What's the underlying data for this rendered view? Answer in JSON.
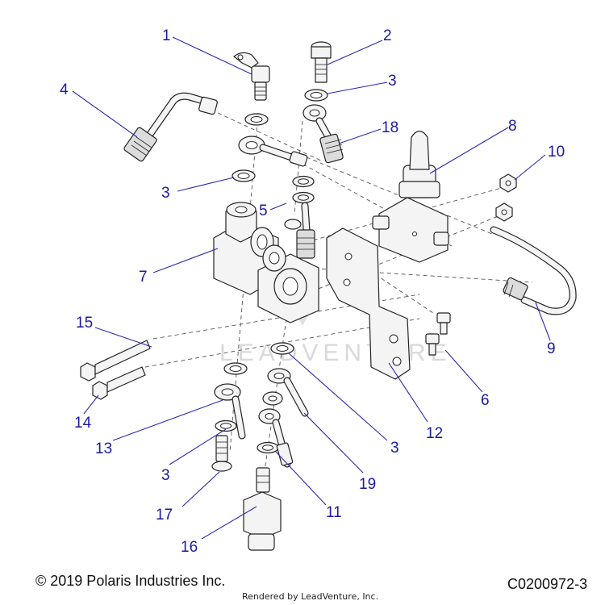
{
  "diagram": {
    "watermark": "LEADVENTURE",
    "callouts": {
      "c1": "1",
      "c2": "2",
      "c3a": "3",
      "c4": "4",
      "c18": "18",
      "c8": "8",
      "c10": "10",
      "c3b": "3",
      "c5": "5",
      "c7": "7",
      "c15": "15",
      "c9": "9",
      "c6": "6",
      "c14": "14",
      "c12": "12",
      "c13": "13",
      "c3c": "3",
      "c19": "19",
      "c3d": "3",
      "c17": "17",
      "c11": "11",
      "c16": "16"
    }
  },
  "footer": {
    "copyright": "© 2019 Polaris Industries Inc.",
    "rendered_by": "Rendered by LeadVenture, Inc.",
    "drawing_code": "C0200972-3"
  }
}
